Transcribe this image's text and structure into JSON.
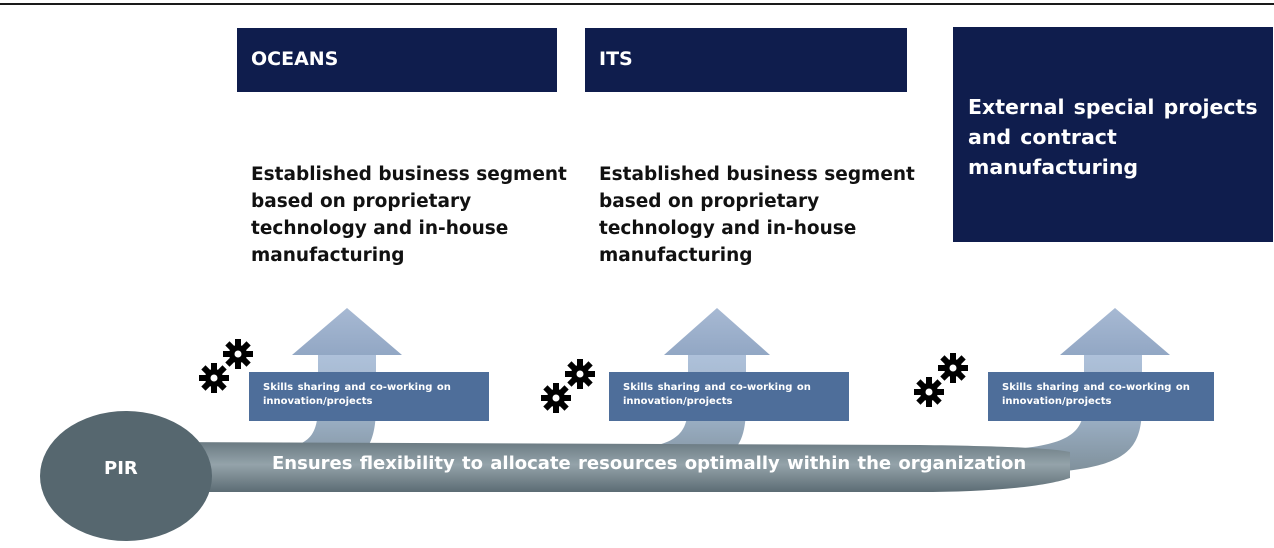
{
  "segments": [
    {
      "title": "OCEANS"
    },
    {
      "title": "ITS"
    },
    {
      "title": "External special projects and contract manufacturing"
    }
  ],
  "descriptions": [
    "Established business segment based on proprietary technology and in-house manufacturing",
    "Established business segment based on proprietary technology and in-house manufacturing"
  ],
  "skills_boxes": [
    "Skills sharing and co-working on innovation/projects",
    "Skills sharing and co-working on innovation/projects",
    "Skills sharing and co-working on innovation/projects"
  ],
  "pir": {
    "label": "PIR"
  },
  "flow": {
    "text": "Ensures flexibility to allocate resources optimally within the organization"
  },
  "icons": [
    "gears-icon",
    "up-arrow-icon"
  ],
  "colors": {
    "navy_box": "#0f1d4d",
    "skills_box": "#4e6e9a",
    "pir_circle": "#56676f",
    "arrow_light": "#a9bbd6"
  }
}
